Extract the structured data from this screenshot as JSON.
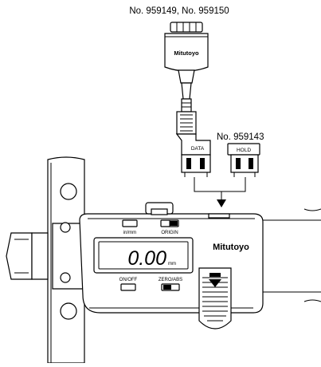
{
  "labels": {
    "cable_part_numbers": "No. 959149, No. 959150",
    "data_switch_part_number": "No. 959143"
  },
  "connector": {
    "brand": "Mitutoyo",
    "data_key": "DATA",
    "hold_key": "HOLD"
  },
  "caliper": {
    "brand": "Mitutoyo",
    "display_value": "0.00",
    "display_unit": "mm",
    "buttons": {
      "unit": "in/mm",
      "origin": "ORIGIN",
      "power": "ON/OFF",
      "zero_abs": "ZERO/ABS"
    }
  }
}
